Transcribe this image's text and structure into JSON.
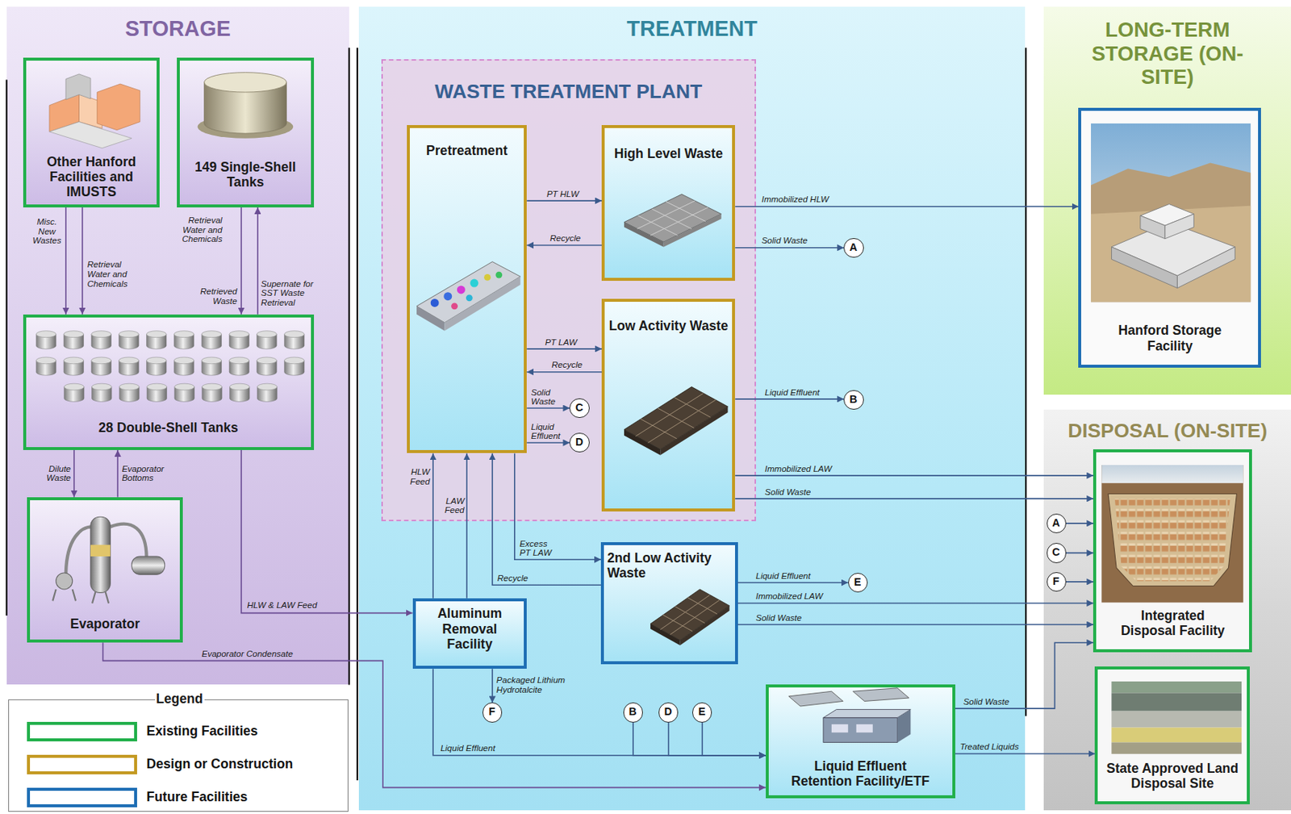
{
  "diagram": {
    "nodes": [
      {
        "text": [
          "STORAGE"
        ]
      },
      {
        "text": [
          "TREATMENT"
        ]
      },
      {
        "text": [
          "WASTE TREATMENT PLANT"
        ],
        "in": 1
      },
      {
        "text": [
          "LONG-TERM STORAGE (ON-SITE)"
        ]
      },
      {
        "text": [
          "DISPOSAL (ON-SITE)"
        ]
      },
      {
        "text": [
          "Other Hanford Facilities and IMUSTS"
        ],
        "in": 0
      },
      {
        "text": [
          "149 Single-Shell Tanks"
        ],
        "in": 0
      },
      {
        "text": [
          "28 Double-Shell Tanks"
        ],
        "in": 0
      },
      {
        "text": [
          "Evaporator"
        ],
        "in": 0
      },
      {
        "text": [
          "Pretreatment"
        ],
        "in": 2
      },
      {
        "text": [
          "High Level Waste"
        ],
        "in": 2
      },
      {
        "text": [
          "Low Activity Waste"
        ],
        "in": 2
      },
      {
        "text": [
          "2nd Low Activity Waste"
        ],
        "in": 1
      },
      {
        "text": [
          "Aluminum Removal Facility"
        ],
        "in": 1
      },
      {
        "text": [
          "Liquid Effluent Retention Facility/ETF"
        ],
        "in": 1
      },
      {
        "text": [
          "Hanford Storage Facility"
        ],
        "in": 3
      },
      {
        "text": [
          "Integrated Disposal Facility"
        ],
        "in": 4
      },
      {
        "text": [
          "State Approved Land Disposal Site"
        ],
        "in": 4
      },
      {
        "text": [
          "A"
        ],
        "in": 1
      },
      {
        "text": [
          "B"
        ],
        "in": 1
      },
      {
        "text": [
          "C"
        ],
        "in": 2
      },
      {
        "text": [
          "D"
        ],
        "in": 2
      },
      {
        "text": [
          "E"
        ],
        "in": 1
      },
      {
        "text": [
          "F"
        ],
        "in": 1
      },
      {
        "text": [
          "B"
        ],
        "in": 1
      },
      {
        "text": [
          "D"
        ],
        "in": 1
      },
      {
        "text": [
          "E"
        ],
        "in": 1
      },
      {
        "text": [
          "A"
        ],
        "in": 4
      },
      {
        "text": [
          "C"
        ],
        "in": 4
      },
      {
        "text": [
          "F"
        ],
        "in": 4
      }
    ],
    "edges": [
      {
        "from": 5,
        "to": 7,
        "label": "Misc. New Wastes",
        "arrow": "to"
      },
      {
        "from": 5,
        "to": 7,
        "label": "Retrieval Water and Chemicals",
        "arrow": "to"
      },
      {
        "from": 6,
        "to": 7,
        "label": "Retrieved Waste",
        "arrow": "to"
      },
      {
        "from": 7,
        "to": 6,
        "label": "Supernate for SST Waste Retrieval",
        "arrow": "to"
      },
      {
        "from": 7,
        "to": 8,
        "label": "Dilute Waste",
        "arrow": "to"
      },
      {
        "from": 8,
        "to": 7,
        "label": "Evaporator Bottoms",
        "arrow": "to"
      },
      {
        "from": 7,
        "to": 13,
        "label": "HLW & LAW Feed",
        "arrow": "to"
      },
      {
        "from": 8,
        "to": 14,
        "label": "Evaporator Condensate",
        "arrow": "to"
      },
      {
        "from": 13,
        "to": 9,
        "label": "HLW Feed",
        "arrow": "to"
      },
      {
        "from": 13,
        "to": 9,
        "label": "LAW Feed",
        "arrow": "to"
      },
      {
        "from": 9,
        "to": 10,
        "label": "PT HLW",
        "arrow": "to"
      },
      {
        "from": 10,
        "to": 9,
        "label": "Recycle",
        "arrow": "to"
      },
      {
        "from": 9,
        "to": 11,
        "label": "PT LAW",
        "arrow": "to"
      },
      {
        "from": 11,
        "to": 9,
        "label": "Recycle",
        "arrow": "to"
      },
      {
        "from": 9,
        "to": 20,
        "label": "Solid Waste",
        "arrow": "to"
      },
      {
        "from": 9,
        "to": 21,
        "label": "Liquid Effluent",
        "arrow": "to"
      },
      {
        "from": 9,
        "to": 12,
        "label": "Excess PT LAW",
        "arrow": "to"
      },
      {
        "from": 12,
        "to": 9,
        "label": "Recycle",
        "arrow": "to"
      },
      {
        "from": 10,
        "to": 15,
        "label": "Immobilized HLW",
        "arrow": "to"
      },
      {
        "from": 10,
        "to": 18,
        "label": "Solid Waste",
        "arrow": "to"
      },
      {
        "from": 11,
        "to": 19,
        "label": "Liquid Effluent",
        "arrow": "to"
      },
      {
        "from": 11,
        "to": 16,
        "label": "Immobilized LAW",
        "arrow": "to"
      },
      {
        "from": 11,
        "to": 16,
        "label": "Solid Waste",
        "arrow": "to"
      },
      {
        "from": 12,
        "to": 22,
        "label": "Liquid Effluent",
        "arrow": "to"
      },
      {
        "from": 12,
        "to": 16,
        "label": "Immobilized LAW",
        "arrow": "to"
      },
      {
        "from": 12,
        "to": 16,
        "label": "Solid Waste",
        "arrow": "to"
      },
      {
        "from": 13,
        "to": 23,
        "label": "Packaged Lithium Hydrotalcite",
        "arrow": "to"
      },
      {
        "from": 13,
        "to": 14,
        "label": "Liquid Effluent",
        "arrow": "to"
      },
      {
        "from": 24,
        "to": 14,
        "arrow": "to"
      },
      {
        "from": 25,
        "to": 14,
        "arrow": "to"
      },
      {
        "from": 26,
        "to": 14,
        "arrow": "to"
      },
      {
        "from": 27,
        "to": 16,
        "arrow": "to"
      },
      {
        "from": 28,
        "to": 16,
        "arrow": "to"
      },
      {
        "from": 29,
        "to": 16,
        "arrow": "to"
      },
      {
        "from": 14,
        "to": 16,
        "label": "Solid Waste",
        "arrow": "to"
      },
      {
        "from": 14,
        "to": 17,
        "label": "Treated Liquids",
        "arrow": "to"
      }
    ],
    "labels": [
      "Retrieval Water and Chemicals",
      "Legend"
    ],
    "legend": [
      {
        "text": "Existing Facilities",
        "color": "#22b04b"
      },
      {
        "text": "Design or Construction",
        "color": "#c49a22"
      },
      {
        "text": "Future Facilities",
        "color": "#1f6fb5"
      }
    ]
  }
}
